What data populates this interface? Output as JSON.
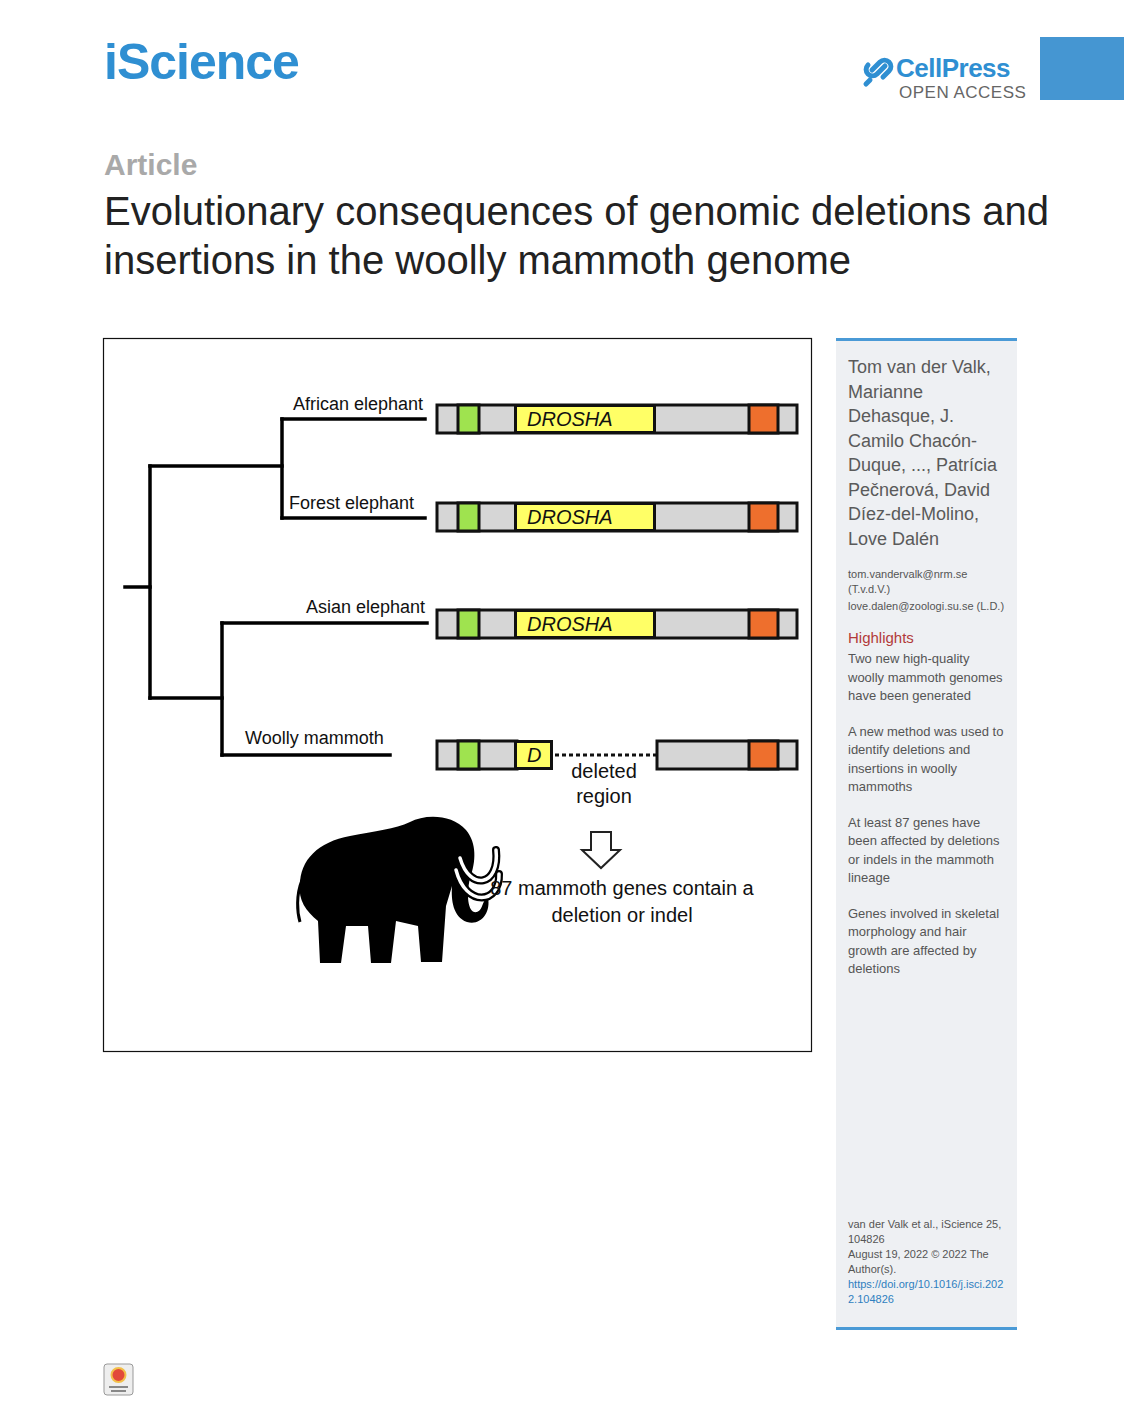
{
  "diagram": {
    "title": "Evolutionary consequences of genomic deletions and insertions in the woolly mammoth genome",
    "nodes": [
      {
        "text": [
          "DROSHA"
        ]
      },
      {
        "text": [
          "DROSHA"
        ]
      },
      {
        "text": [
          "DROSHA"
        ]
      },
      {
        "text": [
          "D"
        ]
      },
      {
        "text": [
          "Tom van der Valk, Marianne Dehasque, J. Camilo Chacón-Duque, ..., Patrícia Pečnerová, David Díez-del-Molino, Love Dalén",
          "tom.vandervalk@nrm.se (T.v.d.V.)",
          "love.dalen@zoologi.su.se (L.D.)",
          "Highlights",
          "Two new high-quality woolly mammoth genomes have been generated",
          "A new method was used to identify deletions and insertions in woolly mammoths",
          "At least 87 genes have been affected by deletions or indels in the mammoth lineage",
          "Genes involved in skeletal morphology and hair growth are affected by deletions",
          "van der Valk et al., iScience 25, 104826",
          "August 19, 2022 © 2022 The Author(s).",
          "https://doi.org/10.1016/j.isci.2022.104826"
        ]
      }
    ],
    "labels": [
      "iScience",
      "CellPress",
      "OPEN ACCESS",
      "Article",
      "African elephant",
      "Forest elephant",
      "Asian elephant",
      "Woolly mammoth",
      "deleted region",
      "87 mammoth genes contain a deletion or indel"
    ]
  }
}
